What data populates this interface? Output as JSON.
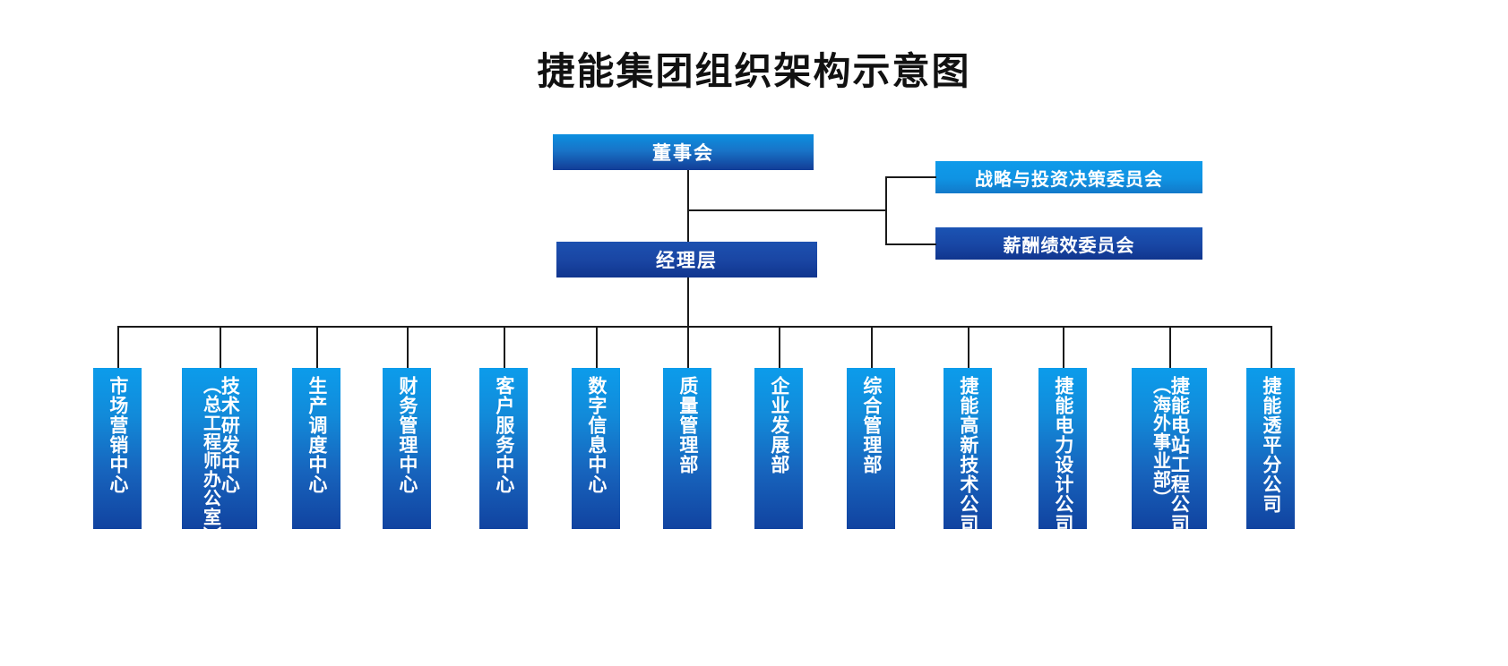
{
  "title": "捷能集团组织架构示意图",
  "colors": {
    "board_box": "#1874c8",
    "manager_box": "#1a46a4",
    "committee_light": "#0f93e3",
    "committee_dark": "#1846a4",
    "department_box": "#128ad9",
    "connector_line": "#1a1a1a",
    "text_on_box": "#ffffff",
    "title_text": "#111111",
    "background": "#ffffff"
  },
  "nodes": {
    "board": "董事会",
    "manager": "经理层",
    "committees": [
      {
        "label": "战略与投资决策委员会"
      },
      {
        "label": "薪酬绩效委员会"
      }
    ]
  },
  "departments": [
    {
      "main": "市场营销中心",
      "sub": ""
    },
    {
      "main": "技术研发中心",
      "sub": "（总工程师办公室）"
    },
    {
      "main": "生产调度中心",
      "sub": ""
    },
    {
      "main": "财务管理中心",
      "sub": ""
    },
    {
      "main": "客户服务中心",
      "sub": ""
    },
    {
      "main": "数字信息中心",
      "sub": ""
    },
    {
      "main": "质量管理部",
      "sub": ""
    },
    {
      "main": "企业发展部",
      "sub": ""
    },
    {
      "main": "综合管理部",
      "sub": ""
    },
    {
      "main": "捷能高新技术公司",
      "sub": ""
    },
    {
      "main": "捷能电力设计公司",
      "sub": ""
    },
    {
      "main": "捷能电站工程公司",
      "sub": "（海外事业部）"
    },
    {
      "main": "捷能透平分公司",
      "sub": ""
    }
  ]
}
